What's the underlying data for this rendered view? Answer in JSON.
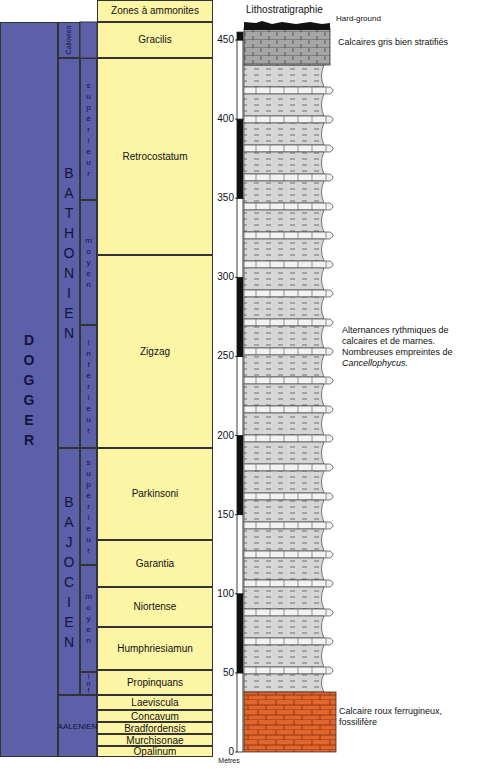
{
  "diagram": {
    "nodes": [
      {
        "text": [
          "Zones à ammonites"
        ]
      },
      {
        "text": [
          "DOGGER"
        ]
      },
      {
        "text": [
          "Callovien"
        ]
      },
      {
        "text": [
          "BATHONIEN"
        ]
      },
      {
        "text": [
          "supérieur"
        ]
      },
      {
        "text": [
          "moyen"
        ]
      },
      {
        "text": [
          "inférieur"
        ]
      },
      {
        "text": [
          "BAJOCIEN"
        ]
      },
      {
        "text": [
          "supérieur"
        ]
      },
      {
        "text": [
          "moyen"
        ]
      },
      {
        "text": [
          "inf"
        ]
      },
      {
        "text": [
          "AALENIEN"
        ]
      },
      {
        "text": [
          "Gracilis"
        ]
      },
      {
        "text": [
          "Retrocostatum"
        ]
      },
      {
        "text": [
          "Zigzag"
        ]
      },
      {
        "text": [
          "Parkinsoni"
        ]
      },
      {
        "text": [
          "Garantia"
        ]
      },
      {
        "text": [
          "Niortense"
        ]
      },
      {
        "text": [
          "Humphriesiamun"
        ]
      },
      {
        "text": [
          "Propinquans"
        ]
      },
      {
        "text": [
          "Laeviscula"
        ]
      },
      {
        "text": [
          "Concavum"
        ]
      },
      {
        "text": [
          "Bradfordensis"
        ]
      },
      {
        "text": [
          "Murchisonae"
        ]
      },
      {
        "text": [
          "Opalinum"
        ]
      }
    ],
    "labels": [
      "Lithostratigraphie",
      "Hard-ground",
      "Calcaires gris bien stratifiés",
      "Alternances rythmiques de calcaires et de marnes.",
      "Nombreuses empreintes de",
      "Cancellophycus.",
      "Calcaire roux ferrugineux, fossilifère",
      "450",
      "400",
      "350",
      "300",
      "250",
      "200",
      "150",
      "100",
      "50",
      "0",
      "Mètres"
    ]
  }
}
